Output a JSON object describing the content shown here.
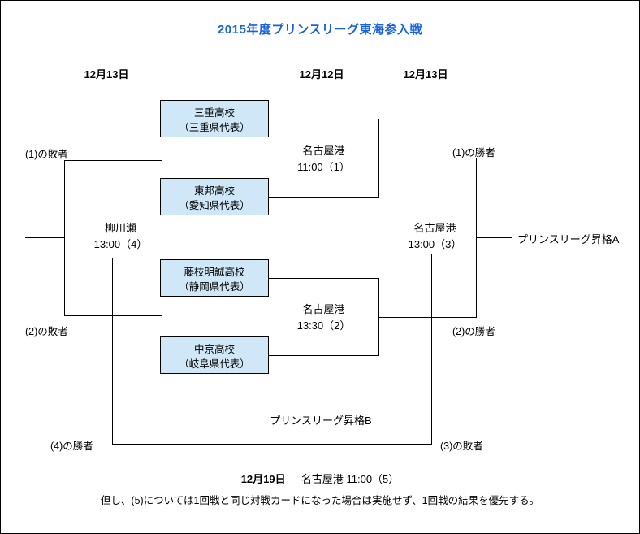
{
  "title": "2015年度プリンスリーグ東海参入戦",
  "accent_color": "#1a62dd",
  "box_fill_color": "#cfe7f7",
  "date_headers": [
    {
      "label": "12月13日"
    },
    {
      "label": "12月12日"
    },
    {
      "label": "12月13日"
    }
  ],
  "teams": [
    {
      "name": "三重高校",
      "rep": "（三重県代表）"
    },
    {
      "name": "東邦高校",
      "rep": "（愛知県代表）"
    },
    {
      "name": "藤枝明誠高校",
      "rep": "（静岡県代表）"
    },
    {
      "name": "中京高校",
      "rep": "（岐阜県代表）"
    }
  ],
  "matches": [
    {
      "venue": "名古屋港",
      "time": "11:00（1）"
    },
    {
      "venue": "名古屋港",
      "time": "13:30（2）"
    },
    {
      "venue": "名古屋港",
      "time": "13:00（3）"
    },
    {
      "venue": "柳川瀬",
      "time": "13:00（4）"
    }
  ],
  "side_labels": {
    "left_top": "(1)の敗者",
    "left_bottom": "(2)の敗者",
    "right_top": "(1)の勝者",
    "right_bottom": "(2)の勝者",
    "bottom_left": "(4)の勝者",
    "bottom_right": "(3)の敗者"
  },
  "promotions": {
    "a": "プリンスリーグ昇格A",
    "b": "プリンスリーグ昇格B"
  },
  "footer": {
    "date": "12月19日",
    "detail": "名古屋港 11:00（5）",
    "note": "但し、(5)については1回戦と同じ対戦カードになった場合は実施せず、1回戦の結果を優先する。"
  }
}
